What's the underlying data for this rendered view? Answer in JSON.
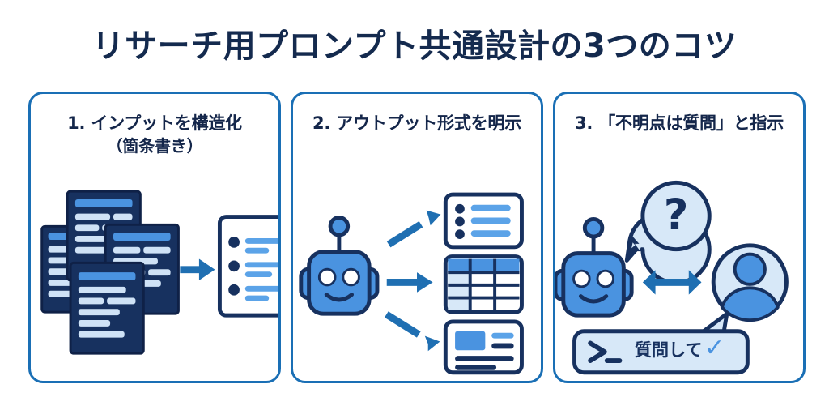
{
  "header": {
    "title": "リサーチ用プロンプト共通設計の3つのコツ"
  },
  "colors": {
    "title_navy": "#142a4e",
    "card_border_blue": "#1a6fb5",
    "deep_navy": "#16305e",
    "outline_navy": "#17315f",
    "robot_blue": "#4a93e0",
    "accent_blue": "#1f6fb2",
    "light_blue": "#d7e8f8",
    "line_blue": "#5ba3e8",
    "background": "#ffffff"
  },
  "cards": [
    {
      "number": "1.",
      "title": "1. インプットを構造化",
      "subtitle": "（箇条書き）",
      "illustration": {
        "name": "messy-docs-to-structured-list",
        "left_label": "messy-documents-stack",
        "arrow": "right-arrow-icon",
        "right_label": "bulleted-list-document",
        "bullet_count": 3
      }
    },
    {
      "number": "2.",
      "title": "2. アウトプット形式を明示",
      "subtitle": "",
      "illustration": {
        "name": "robot-to-output-formats",
        "source": "robot-head-icon",
        "outputs": [
          {
            "name": "bullet-list-card",
            "arrow": "arrow-up-right-icon"
          },
          {
            "name": "table-card",
            "arrow": "arrow-right-icon"
          },
          {
            "name": "article-card",
            "arrow": "arrow-down-right-icon"
          }
        ]
      }
    },
    {
      "number": "3.",
      "title": "3. 「不明点は質問」と指示",
      "subtitle": "",
      "illustration": {
        "name": "robot-asks-user",
        "question_bubble": "question-mark-bubble-icon",
        "robot": "robot-head-icon",
        "exchange_arrow": "double-arrow-icon",
        "user": "user-avatar-icon",
        "prompt_bar": {
          "prompt_glyph": ">_",
          "text": "質問して",
          "check": "✓"
        }
      }
    }
  ]
}
